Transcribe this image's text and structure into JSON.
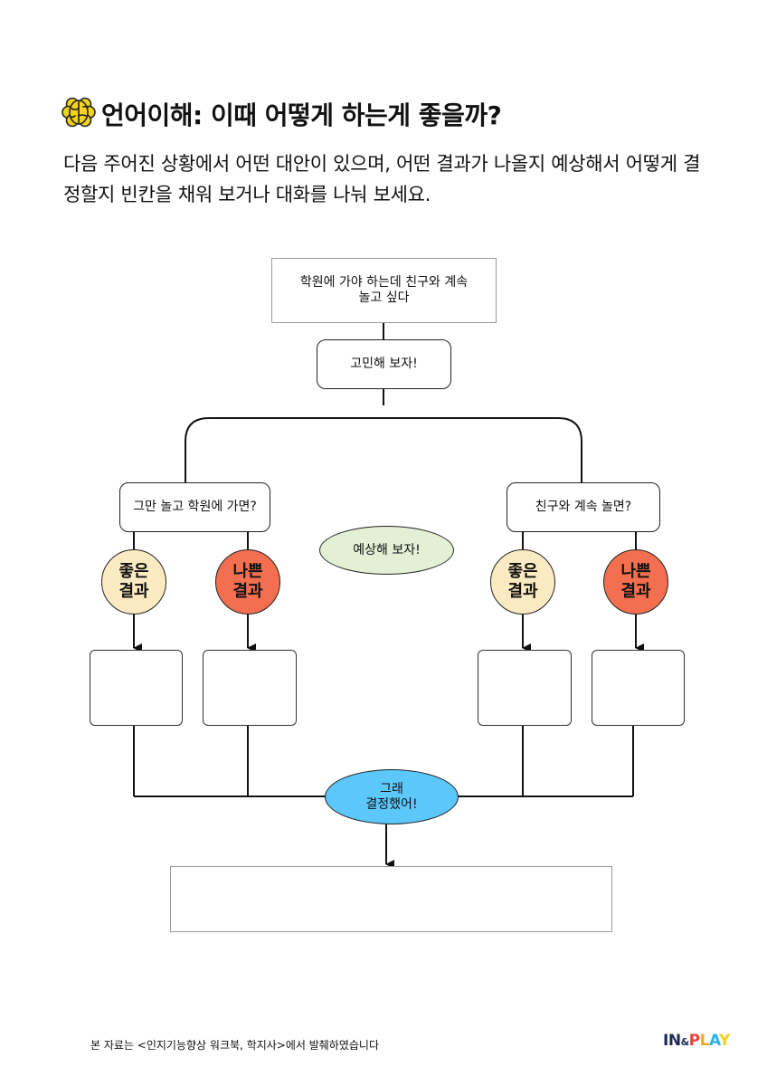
{
  "header": {
    "title": "언어이해: 이때 어떻게 하는게 좋을까?",
    "icon": "brain-icon",
    "icon_color": "#F2D21B"
  },
  "instructions": "다음 주어진 상황에서 어떤 대안이 있으며, 어떤 결과가 나올지 예상해서 어떻게 결정할지 빈칸을 채워 보거나 대화를 나눠 보세요.",
  "flow": {
    "situation": "학원에 가야 하는데 친구와 계속\n놀고 싶다",
    "think": "고민해 보자!",
    "option_left": "그만 놀고 학원에 가면?",
    "option_right": "친구와 계속 놀면?",
    "predict": "예상해 보자!",
    "good_result": "좋은\n결과",
    "bad_result": "나쁜\n결과",
    "decide": "그래\n결정했어!"
  },
  "colors": {
    "good": "#FCEBC2",
    "bad": "#F36F4F",
    "predict": "#E3F0D5",
    "decide": "#5BC7FA"
  },
  "footer": {
    "note": "본 자료는 <인지기능향상 워크북, 학지사>에서 발췌하였습니다",
    "logo_in": "IN",
    "logo_amp": "&",
    "logo_play": "PLAY"
  }
}
